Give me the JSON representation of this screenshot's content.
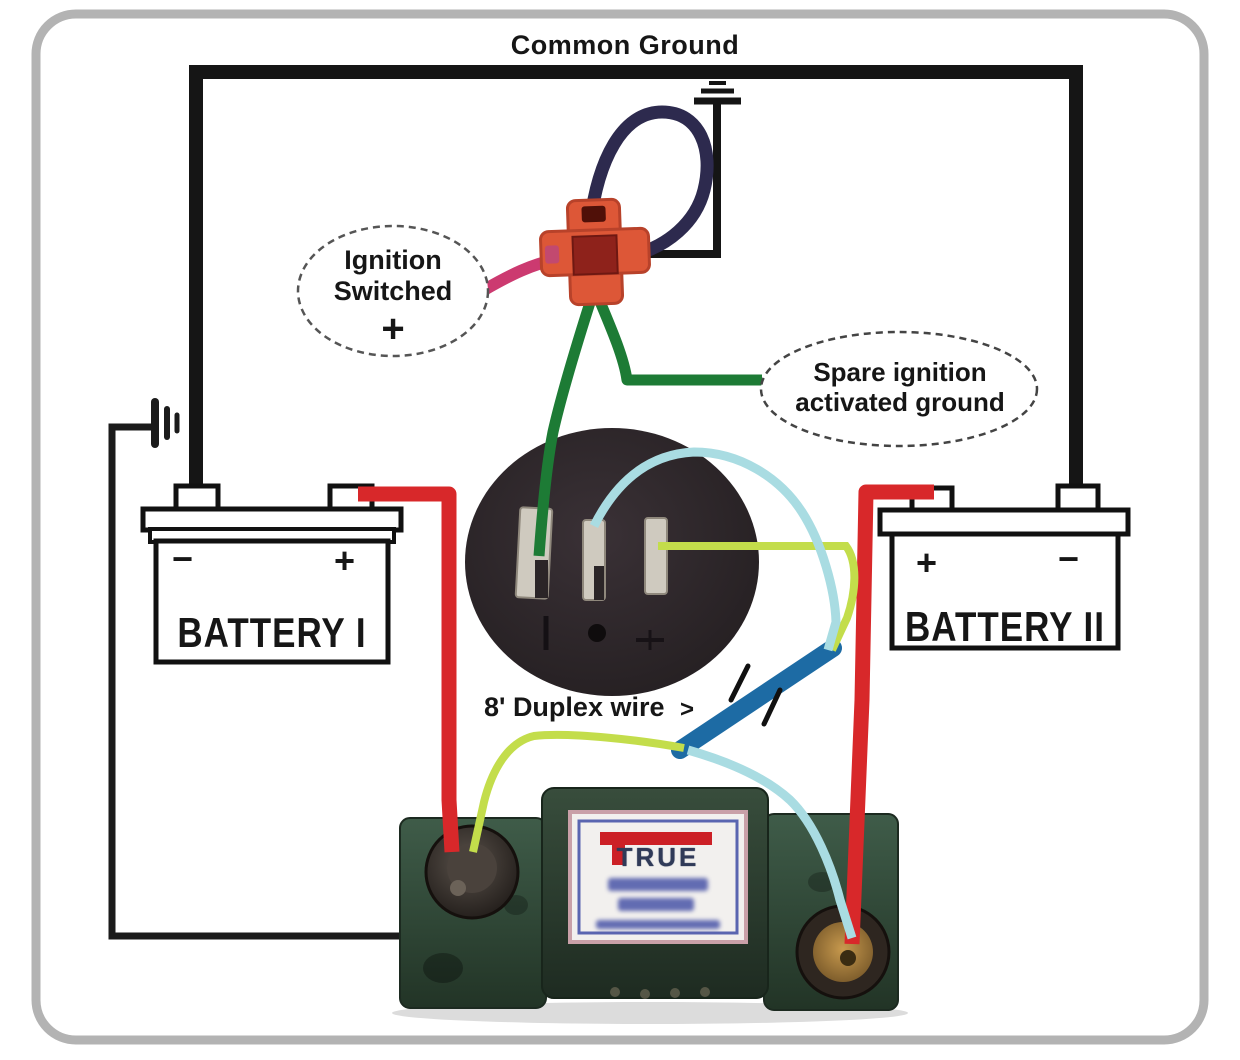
{
  "title": "Common Ground",
  "labels": {
    "ignition": {
      "line1": "Ignition",
      "line2": "Switched",
      "symbol": "+"
    },
    "spare": {
      "line1": "Spare ignition",
      "line2": "activated ground"
    },
    "duplex": {
      "text": "8' Duplex wire",
      "arrow": ">"
    }
  },
  "battery1": {
    "name": "BATTERY I",
    "left_terminal": "−",
    "right_terminal": "+"
  },
  "battery2": {
    "name": "BATTERY II",
    "left_terminal": "+",
    "right_terminal": "−"
  },
  "isolator": {
    "brand": "TRUE"
  },
  "colors": {
    "wire_black": "#151515",
    "wire_thin_black": "#1b1b1b",
    "wire_red": "#d8282a",
    "wire_pink": "#cc3a70",
    "wire_navy": "#2d2a4e",
    "wire_green": "#1d7b35",
    "wire_cyan": "#a9dce2",
    "wire_yellow_green": "#c3dd4b",
    "wire_duplex_blue": "#1d6ba4",
    "connector_orange": "#dd5737",
    "connector_center": "#8e221b",
    "module_green": "#3f5c49",
    "label_red_bar": "#cc2026",
    "frame_gray": "#b3b3b3"
  }
}
